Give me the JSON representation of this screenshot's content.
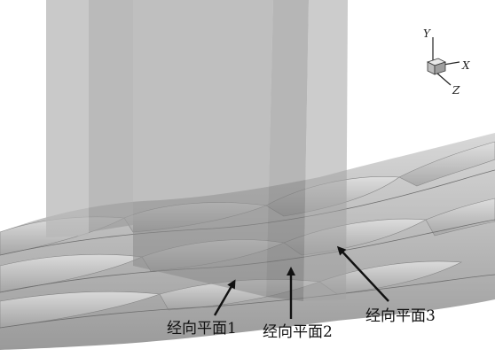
{
  "axes_triad": {
    "y": "Y",
    "x": "X",
    "z": "Z"
  },
  "labels": [
    {
      "text": "经向平面1"
    },
    {
      "text": "经向平面2"
    },
    {
      "text": "经向平面3"
    }
  ],
  "colors": {
    "background": "#ffffff",
    "surface_light": "#d2d2d2",
    "surface_dark": "#8f8f8f",
    "plane_fill": "#8a8a8a",
    "arrow": "#111111"
  }
}
